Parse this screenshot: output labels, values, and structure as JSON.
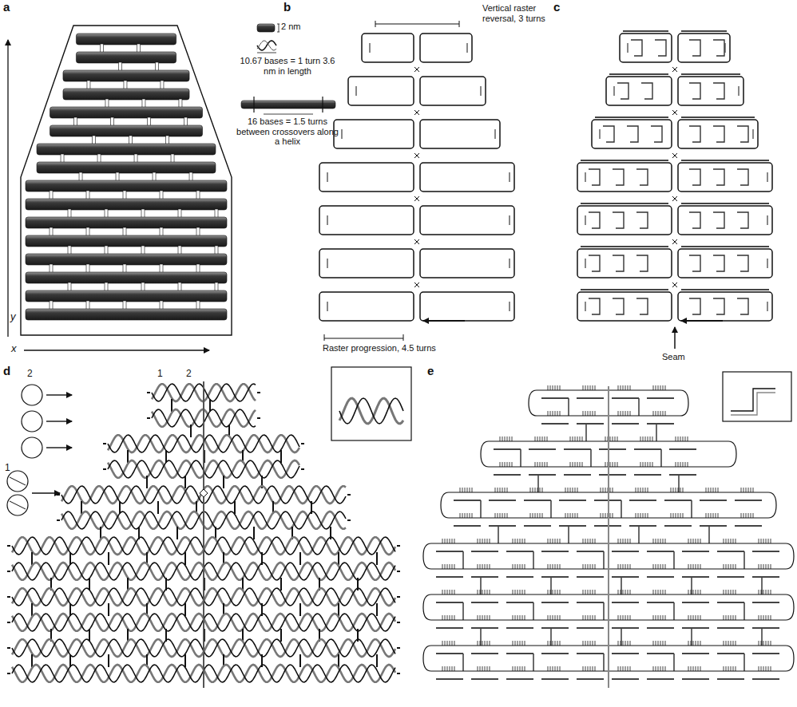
{
  "diagram": {
    "labels": [
      "a",
      "2 nm",
      "10.67 bases = 1 turn 3.6 nm in length",
      "16 bases = 1.5 turns between crossovers along a helix",
      "y",
      "x",
      "b",
      "Vertical raster reversal, 3 turns",
      "Raster progression, 4.5 turns",
      "c",
      "Seam",
      "d",
      "2",
      "1",
      "2",
      "1",
      "e"
    ]
  }
}
